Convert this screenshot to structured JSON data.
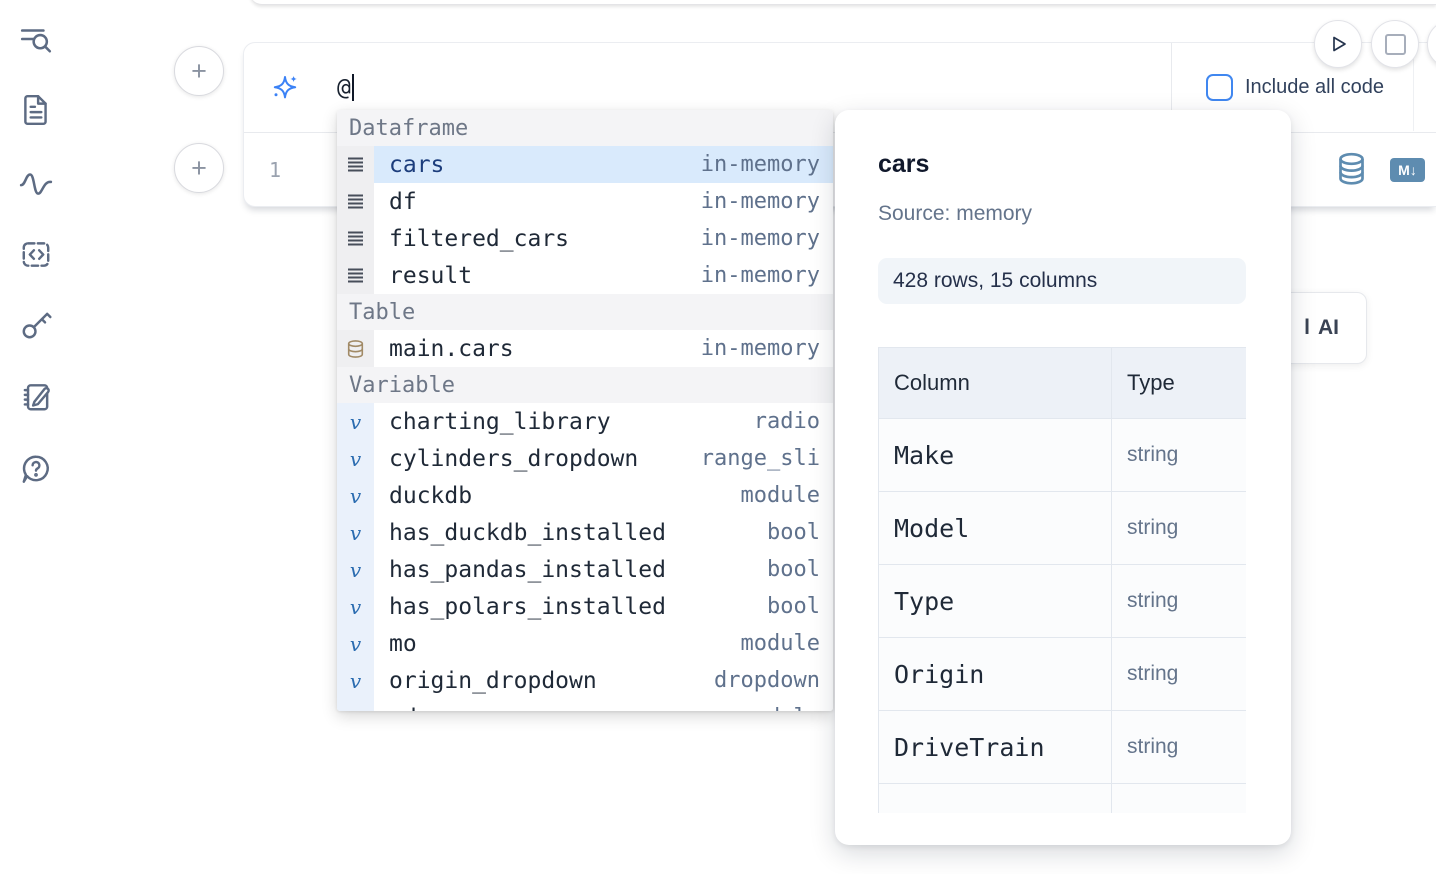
{
  "glyphs": {
    "variable": "v"
  },
  "colors": {
    "accent_blue": "#3b82f6",
    "steel_blue": "#5e8cb0",
    "selected_row_bg": "#d9eafc",
    "sidebar_icon": "#5d6b83"
  },
  "sidebar": {
    "icons": [
      "toc-search-icon",
      "file-icon",
      "activity-icon",
      "snippets-icon",
      "key-icon",
      "scratchpad-icon",
      "help-icon"
    ]
  },
  "cell": {
    "add_cell_label": "+",
    "ai_input": {
      "value": "@"
    },
    "include_all_code": {
      "label": "Include all code",
      "checked": false
    },
    "line_number": "1",
    "markdown_badge": "M↓"
  },
  "ai_button": {
    "clipped_glyph": "l",
    "label": "AI"
  },
  "autocomplete": {
    "sections": [
      {
        "label": "Dataframe",
        "items": [
          {
            "icon": "dataframe-icon",
            "name": "cars",
            "type": "in-memory",
            "selected": true
          },
          {
            "icon": "dataframe-icon",
            "name": "df",
            "type": "in-memory"
          },
          {
            "icon": "dataframe-icon",
            "name": "filtered_cars",
            "type": "in-memory"
          },
          {
            "icon": "dataframe-icon",
            "name": "result",
            "type": "in-memory"
          }
        ]
      },
      {
        "label": "Table",
        "items": [
          {
            "icon": "database-icon",
            "name": "main.cars",
            "type": "in-memory"
          }
        ]
      },
      {
        "label": "Variable",
        "items": [
          {
            "icon": "variable-icon",
            "name": "charting_library",
            "type": "radio"
          },
          {
            "icon": "variable-icon",
            "name": "cylinders_dropdown",
            "type": "range_sli"
          },
          {
            "icon": "variable-icon",
            "name": "duckdb",
            "type": "module"
          },
          {
            "icon": "variable-icon",
            "name": "has_duckdb_installed",
            "type": "bool"
          },
          {
            "icon": "variable-icon",
            "name": "has_pandas_installed",
            "type": "bool"
          },
          {
            "icon": "variable-icon",
            "name": "has_polars_installed",
            "type": "bool"
          },
          {
            "icon": "variable-icon",
            "name": "mo",
            "type": "module"
          },
          {
            "icon": "variable-icon",
            "name": "origin_dropdown",
            "type": "dropdown"
          },
          {
            "icon": "variable-icon",
            "name": "pd",
            "type": "module"
          }
        ]
      }
    ]
  },
  "preview": {
    "title": "cars",
    "source_label": "Source: memory",
    "shape_label": "428 rows, 15 columns",
    "table": {
      "headers": [
        "Column",
        "Type"
      ],
      "rows": [
        [
          "Make",
          "string"
        ],
        [
          "Model",
          "string"
        ],
        [
          "Type",
          "string"
        ],
        [
          "Origin",
          "string"
        ],
        [
          "DriveTrain",
          "string"
        ],
        [
          "",
          ""
        ]
      ]
    }
  }
}
